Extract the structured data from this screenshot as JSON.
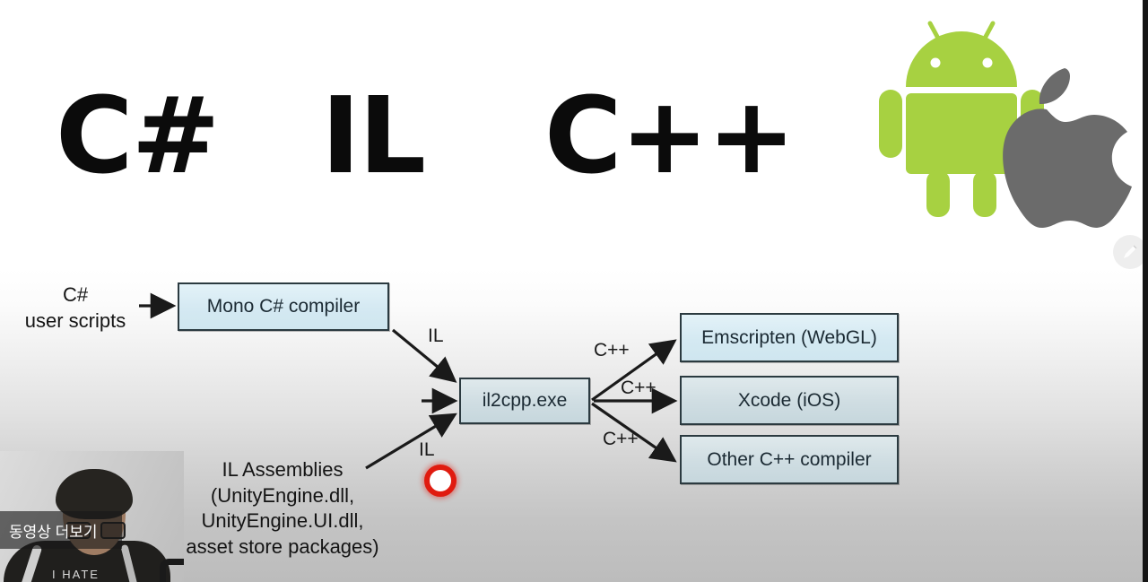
{
  "slide": {
    "headline": {
      "csharp": "C#",
      "il": "IL",
      "cpp": "C++"
    },
    "logos": {
      "android": {
        "name": "android-logo",
        "color": "#a7d141"
      },
      "apple": {
        "name": "apple-logo",
        "color": "#6b6b6b"
      }
    },
    "diagram": {
      "inputs": {
        "user_scripts": "C#\nuser scripts",
        "il_assemblies": "IL Assemblies\n(UnityEngine.dll,\nUnityEngine.UI.dll,\nasset store packages)"
      },
      "nodes": {
        "mono": "Mono C# compiler",
        "il2cpp": "il2cpp.exe",
        "emscripten": "Emscripten (WebGL)",
        "xcode": "Xcode (iOS)",
        "other": "Other C++ compiler"
      },
      "edge_labels": {
        "il_top": "IL",
        "il_bottom": "IL",
        "cpp_1": "C++",
        "cpp_2": "C++",
        "cpp_3": "C++"
      },
      "colors": {
        "box_blue": "#d4e9f2",
        "box_steel": "#cfdde2",
        "box_border": "#2b3a40",
        "arrow": "#1a1a1a"
      }
    }
  },
  "overlay": {
    "laser_color": "#e01b0f",
    "edit_button_icon": "pencil-icon",
    "webcam": {
      "banner_text": "동영상 더보기",
      "shirt_text": "I HATE"
    }
  }
}
